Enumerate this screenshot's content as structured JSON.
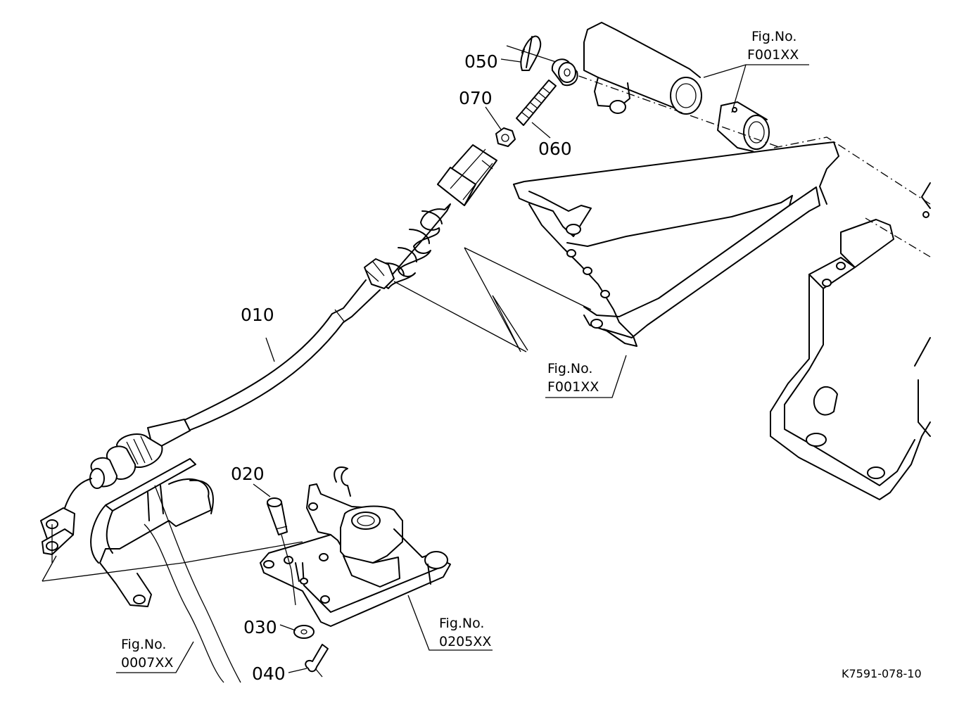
{
  "part_labels": {
    "p010": "010",
    "p020": "020",
    "p030": "030",
    "p040": "040",
    "p050": "050",
    "p060": "060",
    "p070": "070"
  },
  "references": {
    "top_right": {
      "title": "Fig.No.",
      "number": "F001XX"
    },
    "middle_right": {
      "title": "Fig.No.",
      "number": "F001XX"
    },
    "bottom_left": {
      "title": "Fig.No.",
      "number": "0007XX"
    },
    "bottom_center": {
      "title": "Fig.No.",
      "number": "0205XX"
    }
  },
  "drawing_code": "K7591-078-10"
}
